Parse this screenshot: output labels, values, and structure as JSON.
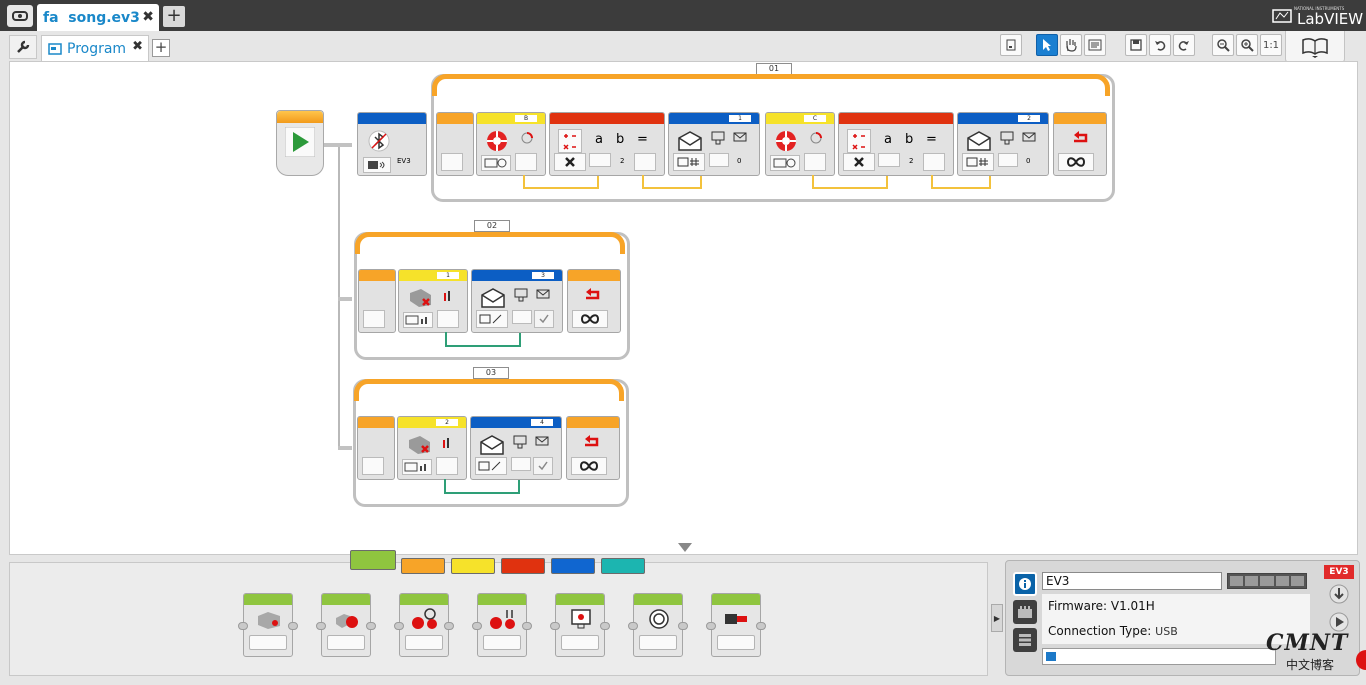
{
  "app": {
    "project_tab": "fa  song.ev3",
    "logo_small": "NATIONAL INSTRUMENTS",
    "logo": "LabVIEW"
  },
  "program_tab": {
    "label": "Program"
  },
  "sequences": [
    {
      "label": "01"
    },
    {
      "label": "02"
    },
    {
      "label": "03"
    }
  ],
  "seq1_blocks": {
    "brick_label": "EV3",
    "motor_b_port": "B",
    "msg1_label": "1",
    "motor_c_port": "C",
    "msg2_label": "2",
    "math_a": "a",
    "math_b": "b",
    "math_eq": "=",
    "math_val": "2",
    "msg_val": "0"
  },
  "seq2_blocks": {
    "sensor_port": "1",
    "msg_label": "3"
  },
  "seq3_blocks": {
    "sensor_port": "2",
    "msg_label": "4"
  },
  "palette": {
    "colors": [
      "#8fc53f",
      "#f7a428",
      "#f6e22a",
      "#e0320f",
      "#1066d0",
      "#1cb5b0"
    ],
    "blocks": [
      "medium-motor",
      "large-motor",
      "move-steering",
      "move-tank",
      "display",
      "sound",
      "brick-status-light"
    ]
  },
  "hardware": {
    "brick_name": "EV3",
    "firmware_label": "Firmware:",
    "firmware_value": "V1.01H",
    "connection_label": "Connection Type:",
    "connection_value": "USB",
    "badge": "EV3"
  },
  "watermark": {
    "line1": "CMNT",
    "line2": "中文博客"
  }
}
